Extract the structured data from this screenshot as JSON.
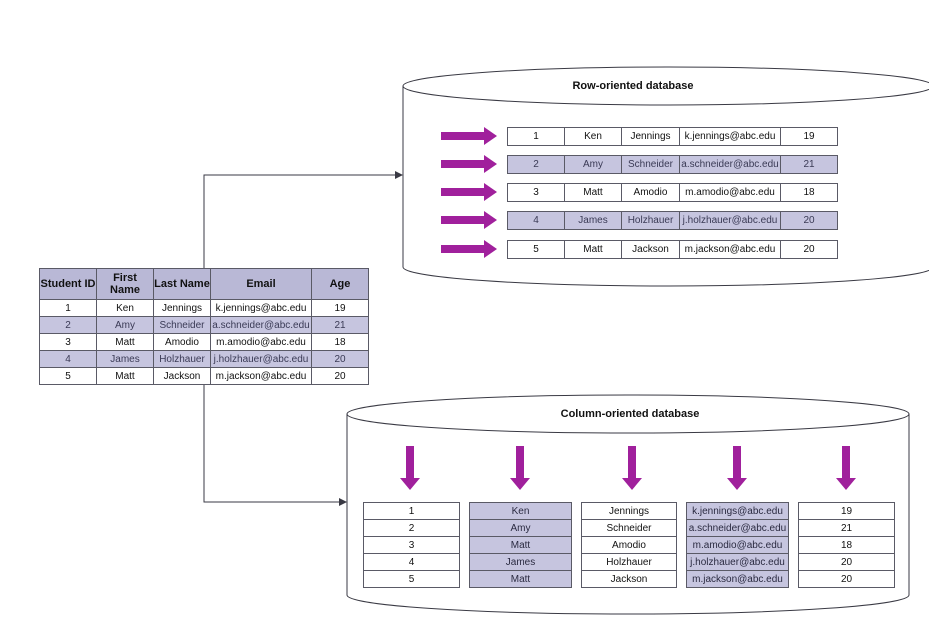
{
  "table": {
    "headers": [
      "Student ID",
      "First Name",
      "Last Name",
      "Email",
      "Age"
    ],
    "rows": [
      [
        "1",
        "Ken",
        "Jennings",
        "k.jennings@abc.edu",
        "19"
      ],
      [
        "2",
        "Amy",
        "Schneider",
        "a.schneider@abc.edu",
        "21"
      ],
      [
        "3",
        "Matt",
        "Amodio",
        "m.amodio@abc.edu",
        "18"
      ],
      [
        "4",
        "James",
        "Holzhauer",
        "j.holzhauer@abc.edu",
        "20"
      ],
      [
        "5",
        "Matt",
        "Jackson",
        "m.jackson@abc.edu",
        "20"
      ]
    ]
  },
  "row_db": {
    "title": "Row-oriented database",
    "rows": [
      [
        "1",
        "Ken",
        "Jennings",
        "k.jennings@abc.edu",
        "19"
      ],
      [
        "2",
        "Amy",
        "Schneider",
        "a.schneider@abc.edu",
        "21"
      ],
      [
        "3",
        "Matt",
        "Amodio",
        "m.amodio@abc.edu",
        "18"
      ],
      [
        "4",
        "James",
        "Holzhauer",
        "j.holzhauer@abc.edu",
        "20"
      ],
      [
        "5",
        "Matt",
        "Jackson",
        "m.jackson@abc.edu",
        "20"
      ]
    ]
  },
  "col_db": {
    "title": "Column-oriented database",
    "columns": [
      [
        "1",
        "2",
        "3",
        "4",
        "5"
      ],
      [
        "Ken",
        "Amy",
        "Matt",
        "James",
        "Matt"
      ],
      [
        "Jennings",
        "Schneider",
        "Amodio",
        "Holzhauer",
        "Jackson"
      ],
      [
        "k.jennings@abc.edu",
        "a.schneider@abc.edu",
        "m.amodio@abc.edu",
        "j.holzhauer@abc.edu",
        "m.jackson@abc.edu"
      ],
      [
        "19",
        "21",
        "18",
        "20",
        "20"
      ]
    ]
  },
  "colors": {
    "arrow": "#a0209c",
    "header": "#b9b8d6",
    "shaded": "#c6c5df",
    "line": "#5a5a66"
  }
}
